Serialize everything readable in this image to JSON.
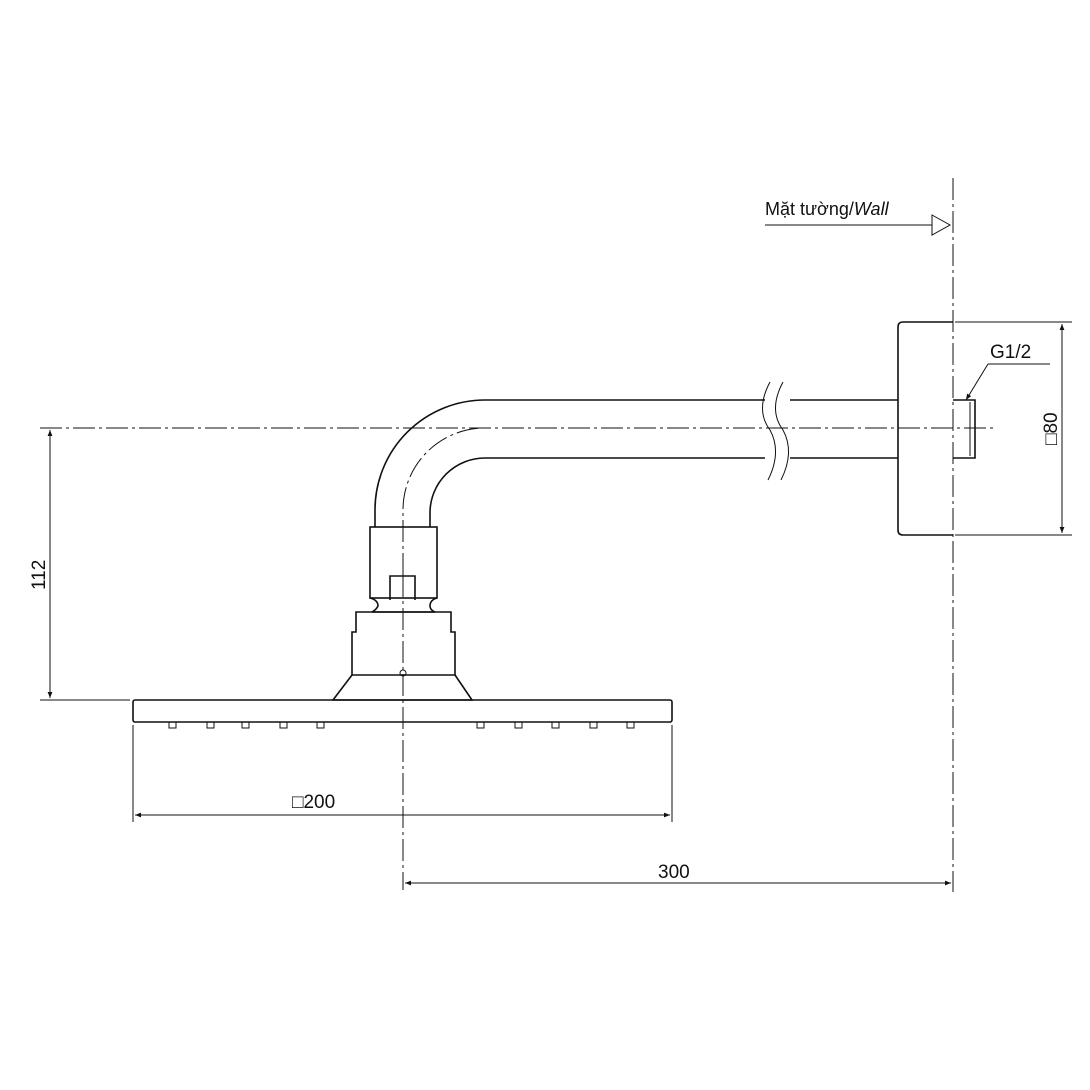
{
  "labels": {
    "wall_vi": "Mặt tường/",
    "wall_en": "Wall",
    "thread": "G1/2",
    "flange_size": "□80",
    "drop_height": "112",
    "head_size": "□200",
    "projection": "300"
  }
}
